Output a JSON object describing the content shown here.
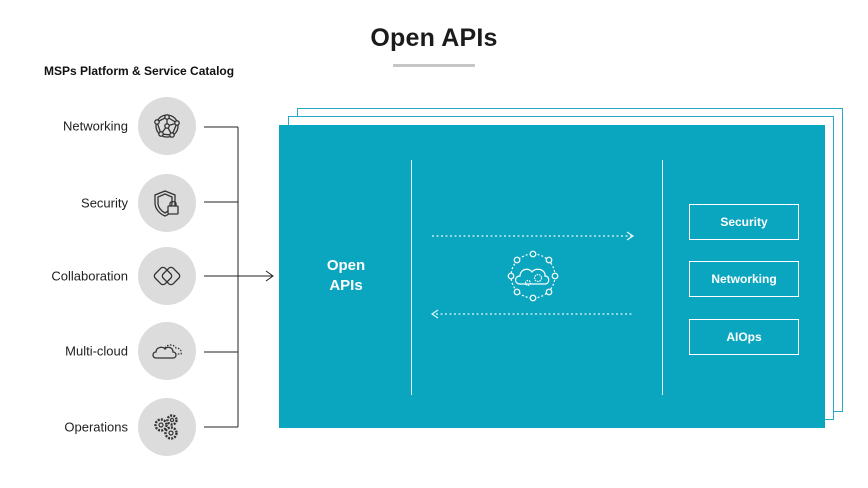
{
  "title": "Open APIs",
  "catalog": {
    "title": "MSPs Platform & Service Catalog",
    "items": [
      {
        "label": "Networking",
        "icon": "network-globe-icon"
      },
      {
        "label": "Security",
        "icon": "shield-lock-icon"
      },
      {
        "label": "Collaboration",
        "icon": "collaboration-diamonds-icon"
      },
      {
        "label": "Multi-cloud",
        "icon": "multi-cloud-icon"
      },
      {
        "label": "Operations",
        "icon": "gears-icon"
      }
    ]
  },
  "panel": {
    "label": "Open\nAPIs",
    "center_icon": "cloud-gears-hub-icon",
    "services": [
      "Security",
      "Networking",
      "AIOps"
    ]
  },
  "colors": {
    "panel": "#0aa5bf",
    "panel_border": "#2aa9c4",
    "circle": "#dcdcdc",
    "text": "#222222"
  }
}
